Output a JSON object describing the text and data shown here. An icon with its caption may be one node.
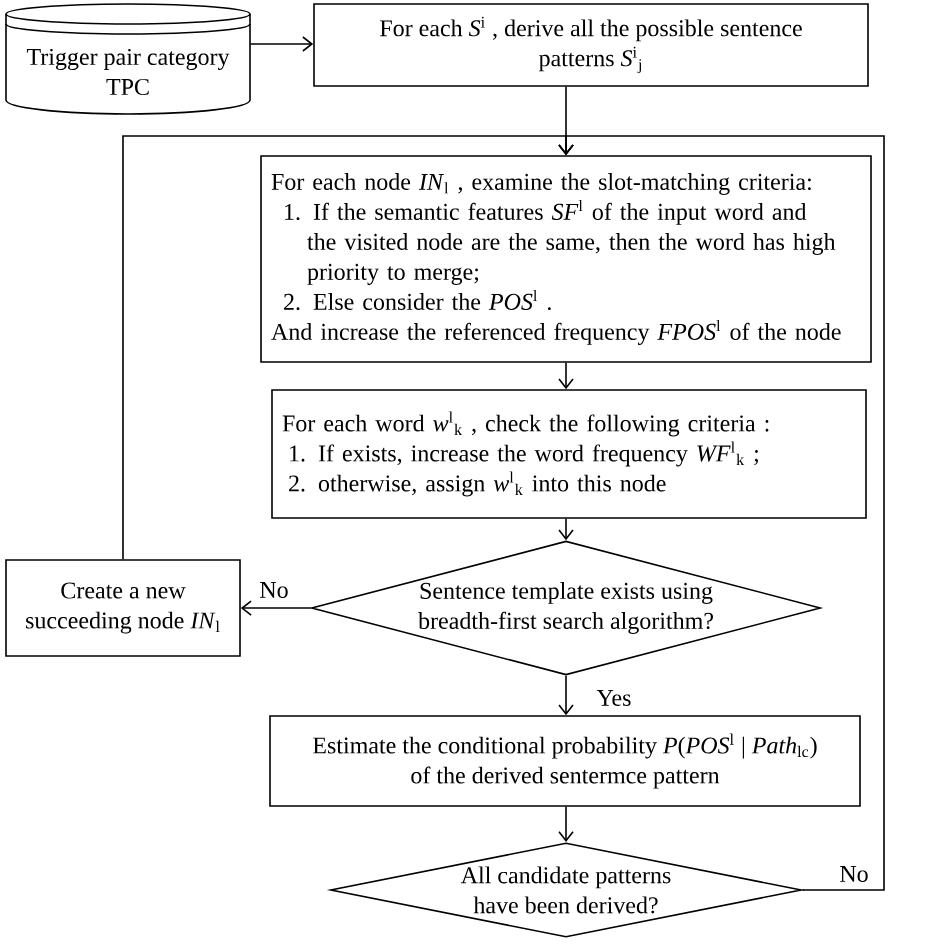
{
  "diagram": {
    "nodes": [
      {
        "text": [
          "Trigger pair category TPC"
        ]
      },
      {
        "text": [
          "For each *S*$^{i}$ , derive all the possible sentence patterns *S*$^{i}$$_{j}$"
        ]
      },
      {
        "text": [
          "For each node *IN*$_{l}$ , examine the slot-matching criteria:",
          "1. If the semantic features *SF*$^{l}$ of the input word and the visited node are the same, then the word has high priority to merge;",
          "2. Else consider the *POS*$^{l}$ .",
          "And increase the referenced frequency *FPOS*$^{l}$ of the node"
        ]
      },
      {
        "text": [
          "For each word *w*$^{l}$$_{k}$ , check the following criteria :",
          "1. If exists, increase the word frequency *WF*$^{l}$$_{k}$ ;",
          "2. otherwise, assign *w*$^{l}$$_{k}$ into this node"
        ]
      },
      {
        "text": [
          "Sentence template exists using breadth-first search algorithm?"
        ]
      },
      {
        "text": [
          "Create a new succeeding node *IN*$_{l}$"
        ]
      },
      {
        "text": [
          "Estimate the conditional probability *P*(*POS*$^{l}$ | *Path*$_{lc}$) of the derived sentermce pattern"
        ]
      },
      {
        "text": [
          "All candidate patterns have been derived?"
        ]
      }
    ],
    "edges": [
      {
        "from": 0,
        "to": 1,
        "arrow": "to"
      },
      {
        "from": 1,
        "to": 2,
        "arrow": "to"
      },
      {
        "from": 2,
        "to": 3,
        "arrow": "to"
      },
      {
        "from": 3,
        "to": 4,
        "arrow": "to"
      },
      {
        "from": 4,
        "to": 5,
        "arrow": "to",
        "label": "No"
      },
      {
        "from": 5,
        "to": 2,
        "arrow": "to"
      },
      {
        "from": 4,
        "to": 6,
        "arrow": "to",
        "label": "Yes"
      },
      {
        "from": 6,
        "to": 7,
        "arrow": "to"
      },
      {
        "from": 7,
        "to": 2,
        "arrow": "to",
        "label": "No"
      }
    ]
  }
}
